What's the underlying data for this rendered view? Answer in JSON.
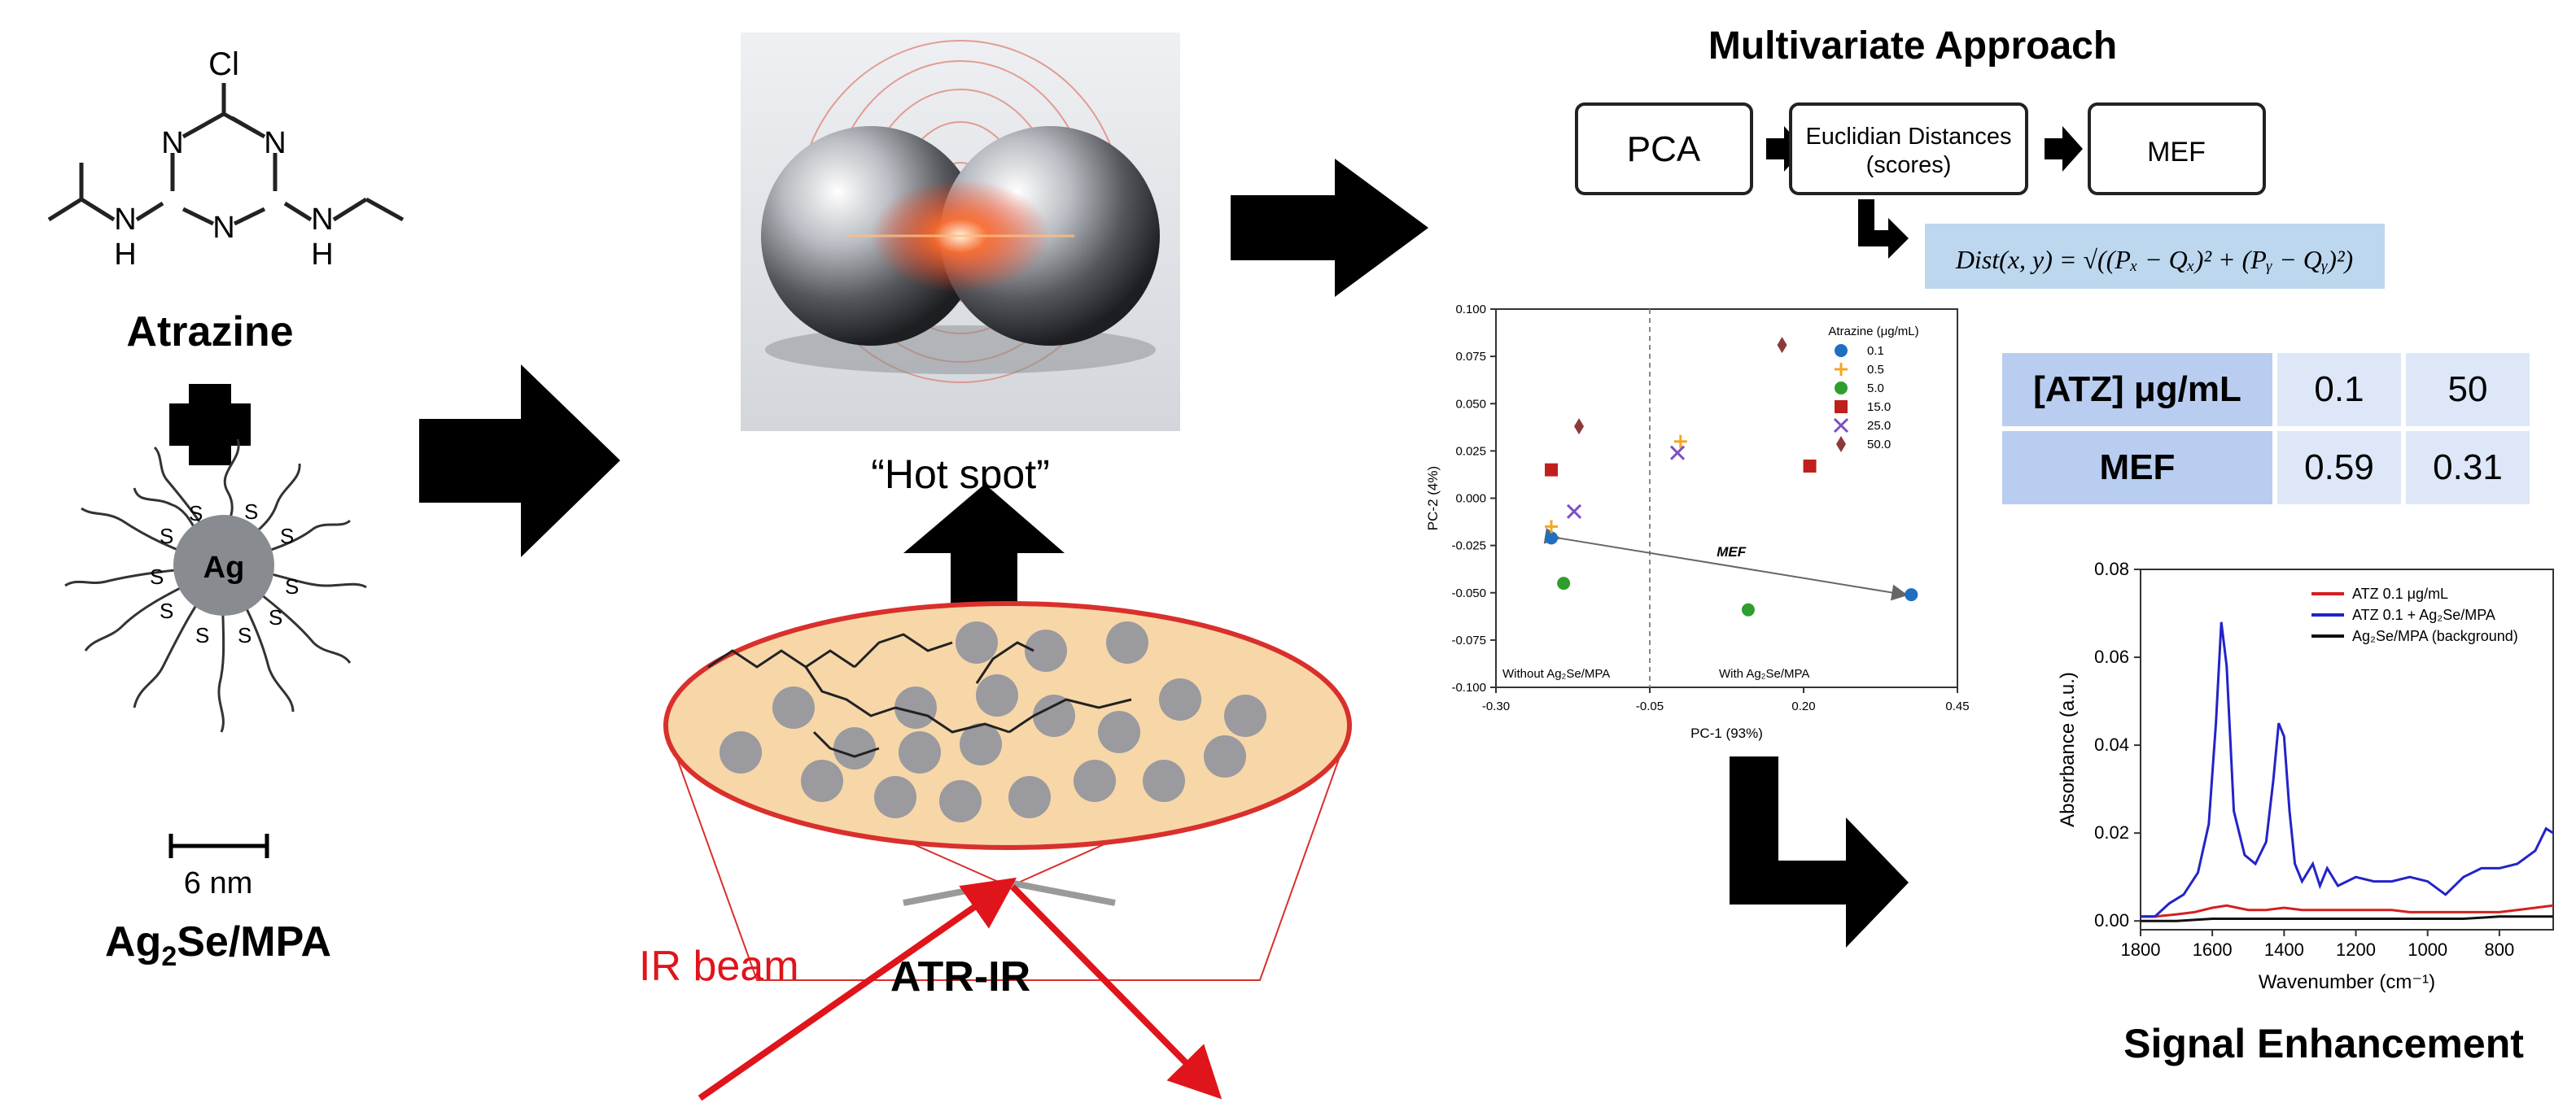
{
  "molecule": {
    "cl_label": "Cl",
    "n_labels": [
      "N",
      "N",
      "N",
      "N",
      "N"
    ],
    "h_labels": [
      "H",
      "H"
    ],
    "name": "Atrazine"
  },
  "nanoparticle": {
    "core_label": "Ag",
    "s_label": "S",
    "scale_label": "6 nm",
    "name_main": "Ag",
    "name_sub": "2",
    "name_tail": "Se/MPA"
  },
  "hotspot": {
    "label": "“Hot spot”"
  },
  "atr": {
    "beam_label": "IR beam",
    "method_label": "ATR-IR",
    "colors": {
      "beam": "#e0141b",
      "disk": "#f7d7a8",
      "disk_edge": "#d9302c",
      "particle": "#9a9a9f"
    }
  },
  "workflow": {
    "title": "Multivariate Approach",
    "step1": "PCA",
    "step2_line1": "Euclidian Distances",
    "step2_line2": "(scores)",
    "step3": "MEF",
    "formula": "Dist(x, y) = √((Pₓ − Qₓ)² + (Pᵧ − Qᵧ)²)",
    "formula_bg": "#bcd7ee"
  },
  "mef_table": {
    "header": "[ATZ] μg/mL",
    "col1": "0.1",
    "col2": "50",
    "row_label": "MEF",
    "val1": "0.59",
    "val2": "0.31"
  },
  "chart_data": [
    {
      "type": "scatter",
      "xlabel": "PC-1 (93%)",
      "ylabel": "PC-2 (4%)",
      "xlim": [
        -0.3,
        0.45
      ],
      "ylim": [
        -0.1,
        0.1
      ],
      "xticks": [
        "-0.30",
        "-0.05",
        "0.20",
        "0.45"
      ],
      "yticks": [
        "-0.100",
        "-0.075",
        "-0.050",
        "-0.025",
        "0.000",
        "0.025",
        "0.050",
        "0.075",
        "0.100"
      ],
      "legend_title": "Atrazine (μg/mL)",
      "legend_position": "top-right",
      "divider_x": -0.05,
      "region_left": "Without Ag₂Se/MPA",
      "region_right": "With Ag₂Se/MPA",
      "arrow_label": "MEF",
      "arrow_from": [
        -0.21,
        -0.021
      ],
      "arrow_to": [
        0.375,
        -0.051
      ],
      "series": [
        {
          "name": "0.1",
          "marker": "circle",
          "color": "#1f6fc1",
          "points": [
            [
              -0.21,
              -0.021
            ],
            [
              0.375,
              -0.051
            ]
          ]
        },
        {
          "name": "0.5",
          "marker": "cross",
          "color": "#f5a623",
          "points": [
            [
              -0.21,
              -0.015
            ],
            [
              0.0,
              0.03
            ]
          ]
        },
        {
          "name": "5.0",
          "marker": "circle",
          "color": "#2e9e2e",
          "points": [
            [
              -0.19,
              -0.045
            ],
            [
              0.11,
              -0.059
            ]
          ]
        },
        {
          "name": "15.0",
          "marker": "square",
          "color": "#c0201c",
          "points": [
            [
              -0.21,
              0.015
            ],
            [
              0.21,
              0.017
            ]
          ]
        },
        {
          "name": "25.0",
          "marker": "x",
          "color": "#7b4fc0",
          "points": [
            [
              -0.173,
              -0.007
            ],
            [
              -0.005,
              0.024
            ]
          ]
        },
        {
          "name": "50.0",
          "marker": "diamond",
          "color": "#8b3a3a",
          "points": [
            [
              -0.165,
              0.038
            ],
            [
              0.165,
              0.081
            ]
          ]
        }
      ]
    },
    {
      "type": "line",
      "xlabel": "Wavenumber (cm⁻¹)",
      "ylabel": "Absorbance (a.u.)",
      "xlim": [
        1800,
        650
      ],
      "ylim": [
        -0.002,
        0.08
      ],
      "xticks": [
        "1800",
        "1600",
        "1400",
        "1200",
        "1000",
        "800"
      ],
      "yticks": [
        "0.00",
        "0.02",
        "0.04",
        "0.06",
        "0.08"
      ],
      "legend_position": "top-right",
      "series": [
        {
          "name": "ATZ 0.1 μg/mL",
          "color": "#d42020",
          "x": [
            1800,
            1760,
            1700,
            1650,
            1600,
            1560,
            1500,
            1450,
            1400,
            1350,
            1300,
            1250,
            1200,
            1150,
            1100,
            1050,
            1000,
            950,
            900,
            850,
            800,
            750,
            700,
            650
          ],
          "y": [
            0.001,
            0.001,
            0.0015,
            0.002,
            0.003,
            0.0035,
            0.0025,
            0.0025,
            0.003,
            0.0025,
            0.0025,
            0.0025,
            0.0025,
            0.0025,
            0.0025,
            0.002,
            0.002,
            0.002,
            0.002,
            0.002,
            0.002,
            0.0025,
            0.003,
            0.0035
          ]
        },
        {
          "name": "ATZ 0.1 + Ag₂Se/MPA",
          "color": "#2323c8",
          "x": [
            1800,
            1760,
            1720,
            1680,
            1640,
            1610,
            1590,
            1575,
            1560,
            1540,
            1510,
            1480,
            1450,
            1430,
            1415,
            1400,
            1385,
            1370,
            1350,
            1320,
            1300,
            1280,
            1250,
            1200,
            1150,
            1100,
            1050,
            1000,
            950,
            900,
            850,
            800,
            750,
            700,
            670,
            650
          ],
          "y": [
            0.001,
            0.001,
            0.004,
            0.006,
            0.011,
            0.022,
            0.045,
            0.068,
            0.058,
            0.025,
            0.015,
            0.013,
            0.018,
            0.032,
            0.045,
            0.042,
            0.025,
            0.013,
            0.009,
            0.013,
            0.008,
            0.012,
            0.008,
            0.01,
            0.009,
            0.009,
            0.01,
            0.009,
            0.006,
            0.01,
            0.012,
            0.012,
            0.013,
            0.016,
            0.021,
            0.02
          ]
        },
        {
          "name": "Ag₂Se/MPA (background)",
          "color": "#111111",
          "x": [
            1800,
            1700,
            1600,
            1500,
            1400,
            1300,
            1200,
            1100,
            1000,
            900,
            800,
            700,
            650
          ],
          "y": [
            0.0,
            0.0,
            0.0005,
            0.0005,
            0.0005,
            0.0005,
            0.0005,
            0.0005,
            0.0005,
            0.0005,
            0.001,
            0.001,
            0.001
          ]
        }
      ],
      "title": "Signal Enhancement"
    }
  ]
}
